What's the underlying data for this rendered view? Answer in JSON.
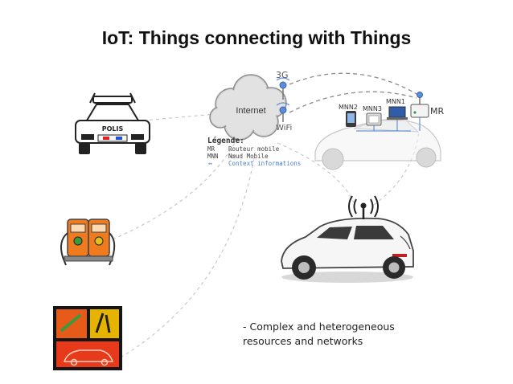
{
  "title": "IoT: Things connecting with Things",
  "network": {
    "cloud_label": "Internet",
    "link_3g": "3G",
    "link_wifi": "WiFi",
    "mobile_nodes": [
      "MNN2",
      "MNN3",
      "MNN1"
    ],
    "router_label": "MR"
  },
  "legend": {
    "heading": "Légende:",
    "rows": [
      {
        "key": "MR",
        "value": "Routeur mobile"
      },
      {
        "key": "MNN",
        "value": "Nœud Mobile"
      },
      {
        "key": "↔",
        "value": "Context informations"
      }
    ]
  },
  "bullet_lines": [
    "- Complex and heterogeneous",
    "resources and networks"
  ],
  "colors": {
    "cloud": "#d9d9d9",
    "link_blue": "#4a7fd0",
    "dashed_line": "#c8c8c8",
    "orange_tile": "#f07a1e",
    "tile_dark": "#151515"
  }
}
